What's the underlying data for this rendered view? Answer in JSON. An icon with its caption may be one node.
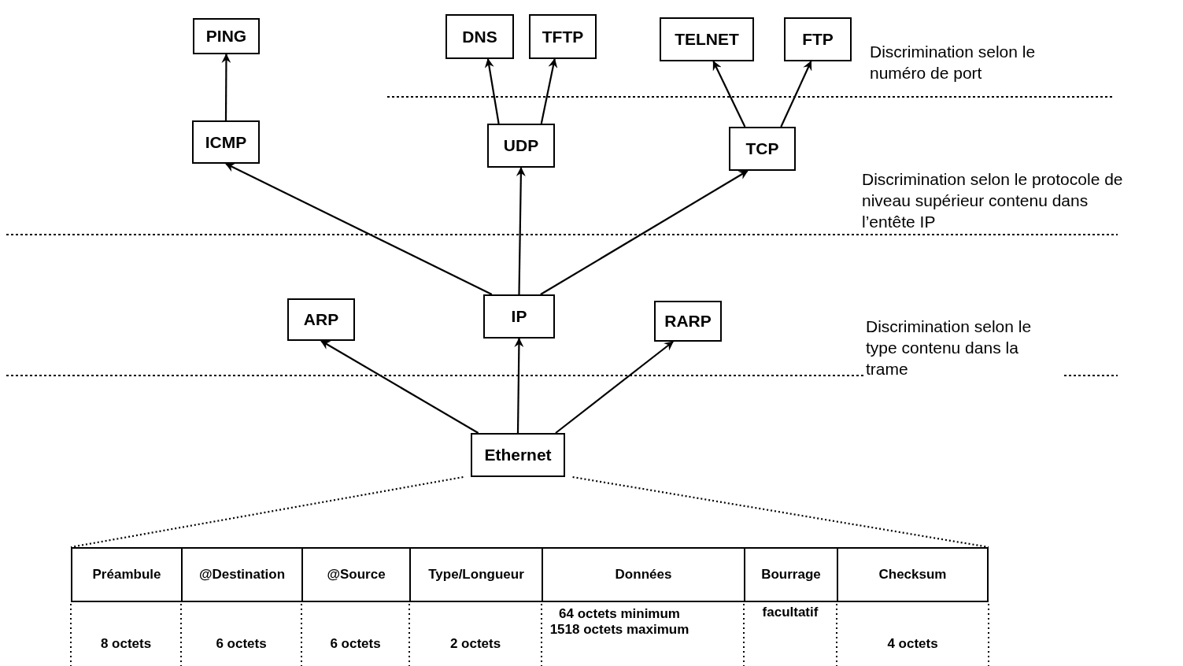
{
  "diagram": {
    "nodes": [
      {
        "text": [
          "PING"
        ]
      },
      {
        "text": [
          "DNS"
        ]
      },
      {
        "text": [
          "TFTP"
        ]
      },
      {
        "text": [
          "TELNET"
        ]
      },
      {
        "text": [
          "FTP"
        ]
      },
      {
        "text": [
          "ICMP"
        ]
      },
      {
        "text": [
          "UDP"
        ]
      },
      {
        "text": [
          "TCP"
        ]
      },
      {
        "text": [
          "ARP"
        ]
      },
      {
        "text": [
          "IP"
        ]
      },
      {
        "text": [
          "RARP"
        ]
      },
      {
        "text": [
          "Ethernet"
        ]
      },
      {
        "text": [
          "Préambule"
        ],
        "beside": [
          "8 octets"
        ]
      },
      {
        "text": [
          "@Destination"
        ],
        "beside": [
          "6 octets"
        ]
      },
      {
        "text": [
          "@Source"
        ],
        "beside": [
          "6 octets"
        ]
      },
      {
        "text": [
          "Type/Longueur"
        ],
        "beside": [
          "2 octets"
        ]
      },
      {
        "text": [
          "Données"
        ],
        "beside": [
          "64 octets minimum 1518 octets maximum"
        ]
      },
      {
        "text": [
          "Bourrage"
        ],
        "beside": [
          "facultatif"
        ]
      },
      {
        "text": [
          "Checksum"
        ],
        "beside": [
          "4 octets"
        ]
      }
    ],
    "edges": [
      {
        "from": 5,
        "to": 0,
        "arrow": "to"
      },
      {
        "from": 6,
        "to": 1,
        "arrow": "to"
      },
      {
        "from": 6,
        "to": 2,
        "arrow": "to"
      },
      {
        "from": 7,
        "to": 3,
        "arrow": "to"
      },
      {
        "from": 7,
        "to": 4,
        "arrow": "to"
      },
      {
        "from": 9,
        "to": 5,
        "arrow": "to"
      },
      {
        "from": 9,
        "to": 6,
        "arrow": "to"
      },
      {
        "from": 9,
        "to": 7,
        "arrow": "to"
      },
      {
        "from": 11,
        "to": 8,
        "arrow": "to"
      },
      {
        "from": 11,
        "to": 9,
        "arrow": "to"
      },
      {
        "from": 11,
        "to": 10,
        "arrow": "to"
      },
      {
        "from": 11,
        "to": 12,
        "arrow": "none",
        "style": "dashed"
      },
      {
        "from": 11,
        "to": 18,
        "arrow": "none",
        "style": "dashed"
      }
    ],
    "labels": [
      "Discrimination selon le numéro de port",
      "Discrimination selon le protocole de niveau supérieur contenu dans l’entête IP",
      "Discrimination selon le type contenu dans la trame"
    ]
  }
}
